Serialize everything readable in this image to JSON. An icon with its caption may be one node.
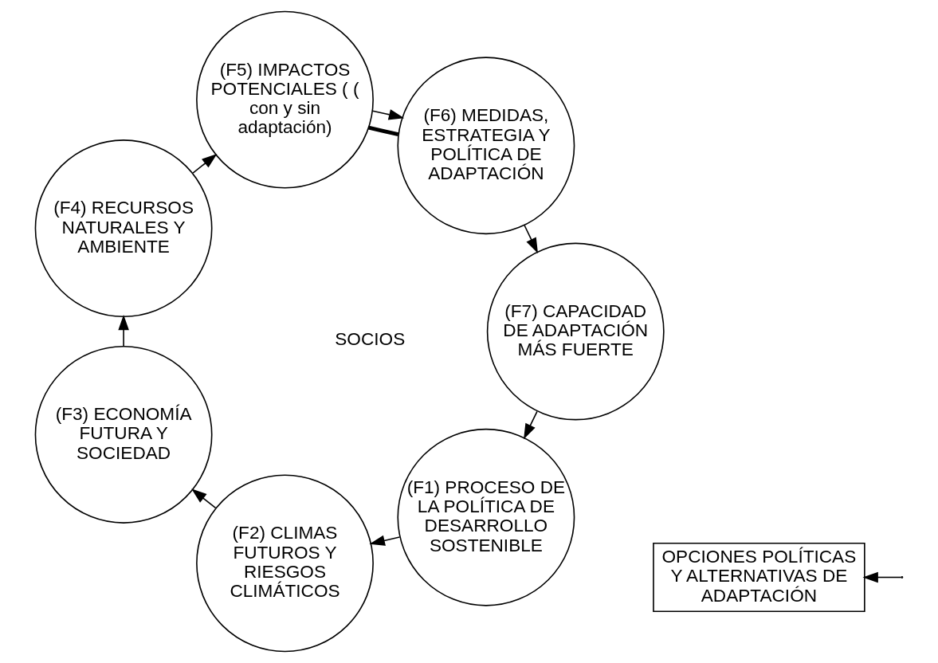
{
  "diagram": {
    "nodes": [
      {
        "text": [
          "(F1) PROCESO DE LA POLÍTICA DE DESARROLLO SOSTENIBLE"
        ]
      },
      {
        "text": [
          "(F2) CLIMAS FUTUROS Y RIESGOS CLIMÁTICOS"
        ]
      },
      {
        "text": [
          "(F3) ECONOMÍA FUTURA Y SOCIEDAD"
        ]
      },
      {
        "text": [
          "(F4) RECURSOS NATURALES Y AMBIENTE"
        ]
      },
      {
        "text": [
          "(F5) IMPACTOS POTENCIALES ( ( con y sin adaptación)"
        ]
      },
      {
        "text": [
          "(F6) MEDIDAS, ESTRATEGIA Y POLÍTICA DE ADAPTACIÓN"
        ]
      },
      {
        "text": [
          "(F7) CAPACIDAD DE ADAPTACIÓN MÁS FUERTE"
        ]
      },
      {
        "text": [
          "SOCIOS"
        ]
      },
      {
        "text": [
          "OPCIONES POLÍTICAS Y ALTERNATIVAS DE ADAPTACIÓN"
        ]
      }
    ],
    "edges": [
      {
        "from": 0,
        "to": 1,
        "arrow": "to"
      },
      {
        "from": 1,
        "to": 2,
        "arrow": "to"
      },
      {
        "from": 2,
        "to": 3,
        "arrow": "to"
      },
      {
        "from": 3,
        "to": 4,
        "arrow": "to"
      },
      {
        "from": 4,
        "to": 5,
        "arrow": "to"
      },
      {
        "from": 5,
        "to": 6,
        "arrow": "to"
      },
      {
        "from": 6,
        "to": 0,
        "arrow": "to"
      },
      {
        "from": 5,
        "to": 4,
        "arrow": "none",
        "style": "thick"
      },
      {
        "from": null,
        "to": 8,
        "arrow": "to"
      }
    ]
  }
}
